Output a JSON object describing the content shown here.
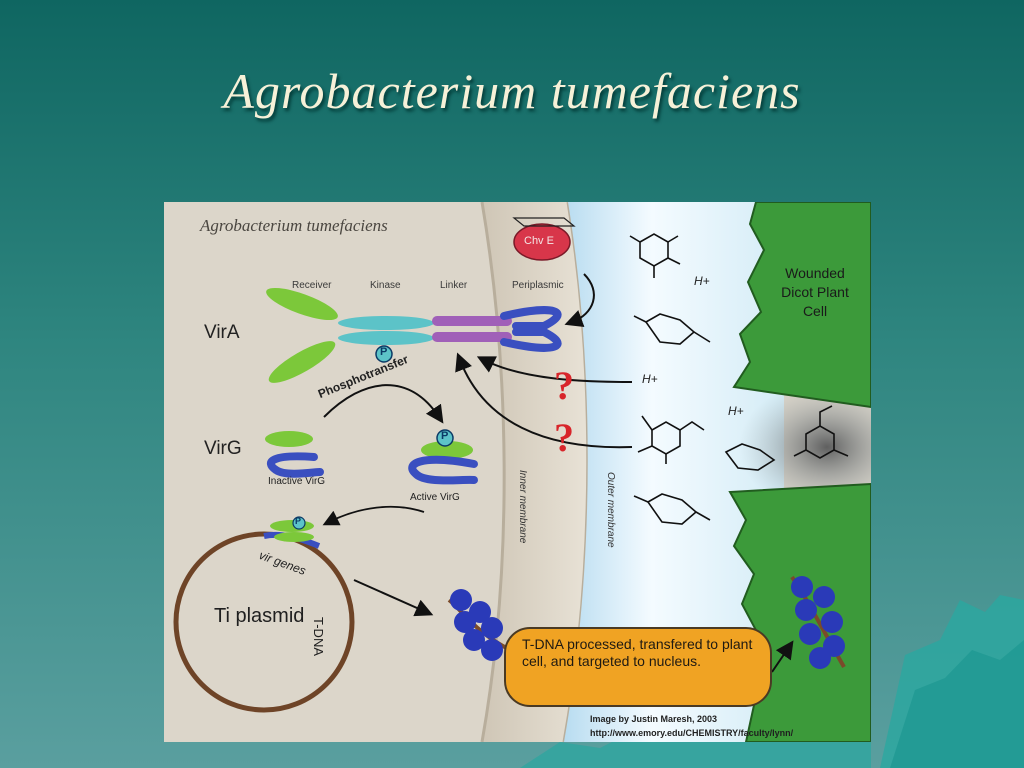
{
  "slide": {
    "title": "Agrobacterium tumefaciens"
  },
  "figure": {
    "title": "Agrobacterium tumefaciens",
    "segments": [
      "Receiver",
      "Kinase",
      "Linker",
      "Periplasmic"
    ],
    "vira_label": "VirA",
    "virg_label": "VirG",
    "phosphotransfer_label": "Phosphotransfer",
    "inactive_virg_label": "Inactive VirG",
    "active_virg_label": "Active VirG",
    "phosphate_symbol": "P",
    "vir_genes_label": "vir genes",
    "ti_plasmid_label": "Ti plasmid",
    "tdna_label": "T-DNA",
    "inner_membrane_label": "Inner membrane",
    "outer_membrane_label": "Outer membrane",
    "chve_label": "Chv E",
    "question_mark": "?",
    "proton_label": "H+",
    "plant_label": [
      "Wounded",
      "Dicot Plant",
      "Cell"
    ],
    "callout_text": "T-DNA processed, transfered to plant cell, and targeted to nucleus.",
    "credit_line1": "Image by Justin Maresh, 2003",
    "credit_line2": "http://www.emory.edu/CHEMISTRY/faculty/lynn/"
  },
  "colors": {
    "background_top": "#0f6661",
    "background_bottom": "#5a9f9f",
    "title_text": "#f6f1d8",
    "receiver_green": "#7cc83a",
    "kinase_cyan": "#5cc3c8",
    "linker_purple": "#a060b8",
    "periplasmic_blue": "#3a4fc0",
    "plant_green": "#3c9a3a",
    "chve_red": "#d8364a",
    "question_red": "#d8252a",
    "callout_orange": "#f0a323",
    "dna_blue": "#2a3ab8"
  }
}
